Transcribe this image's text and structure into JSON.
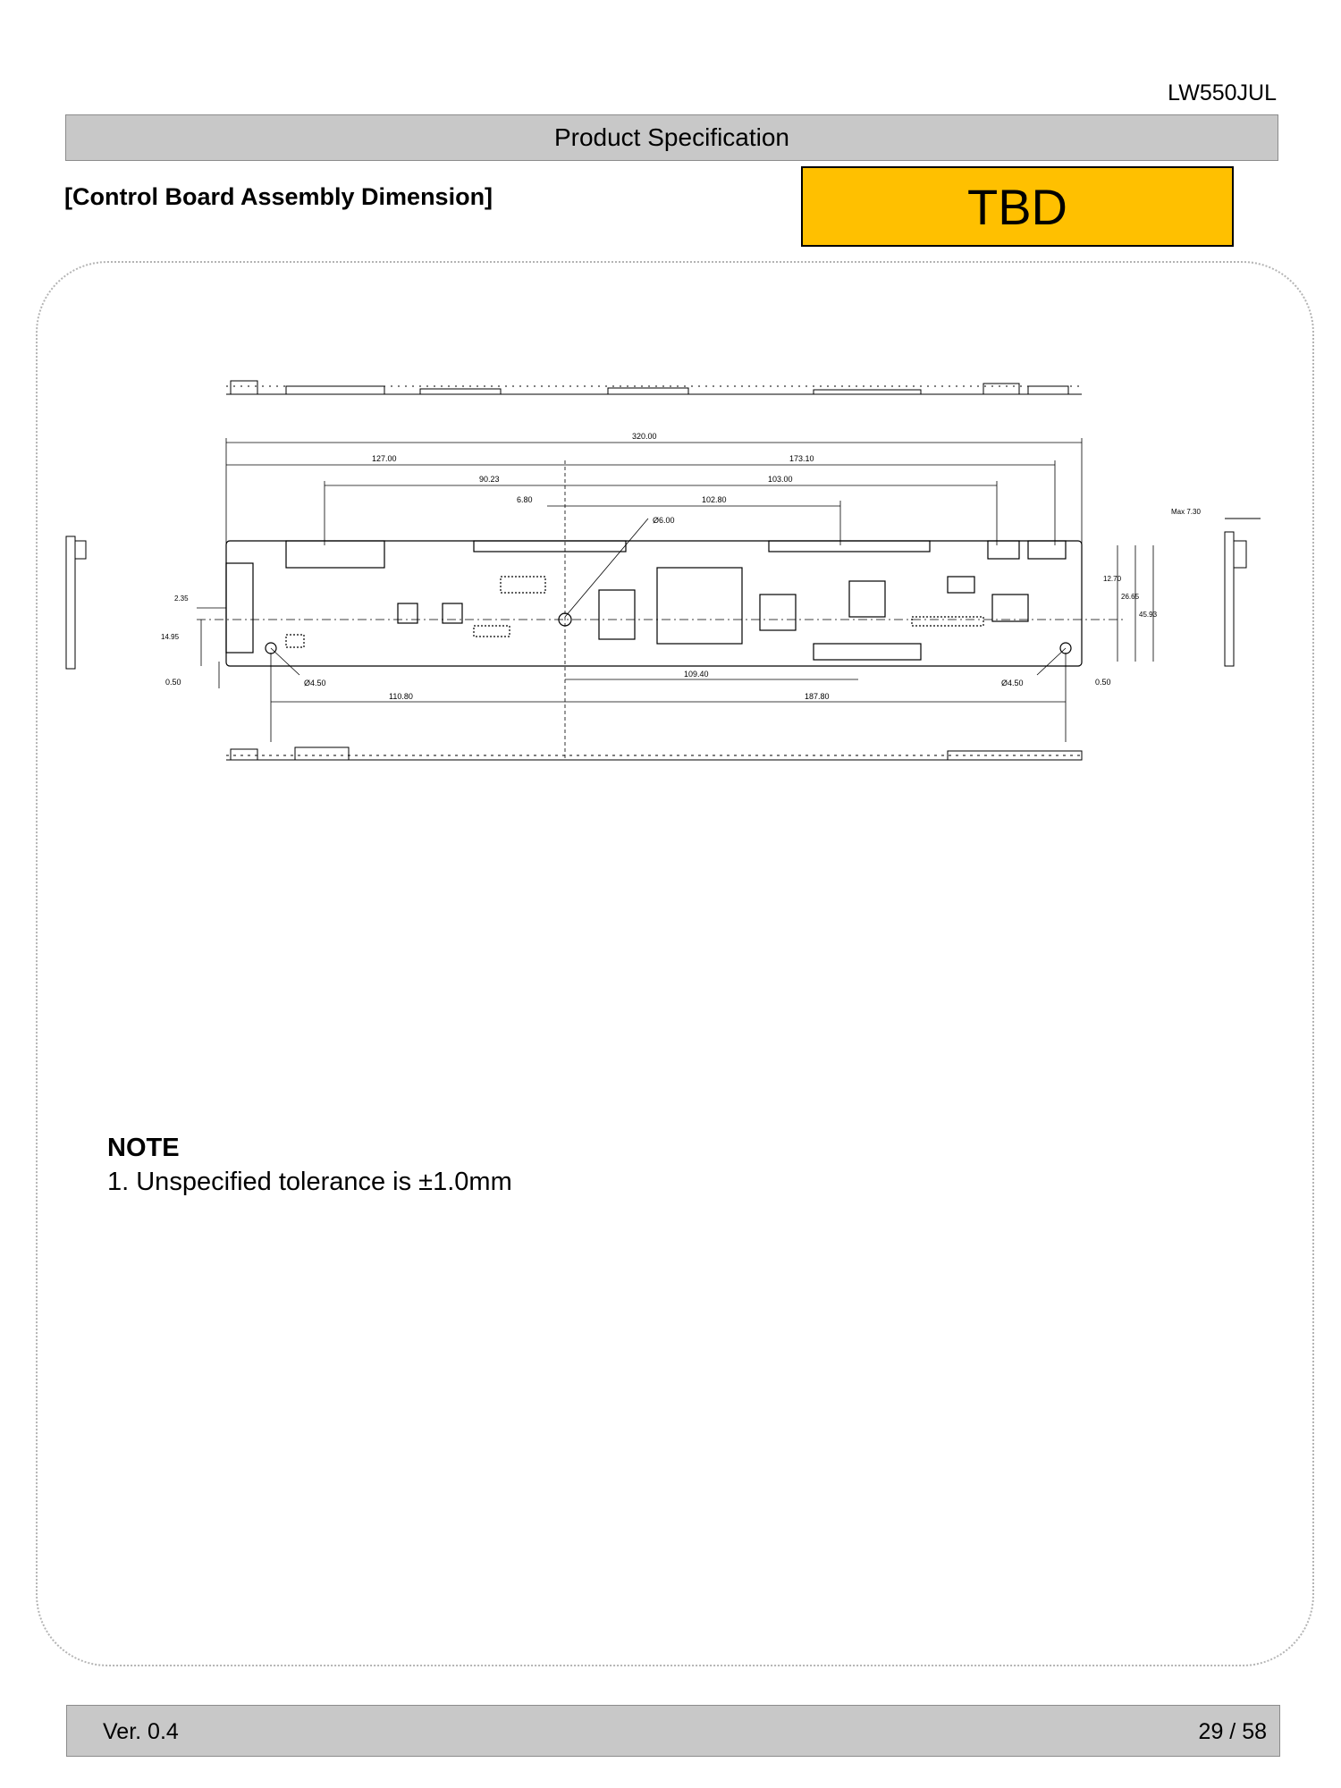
{
  "header": {
    "model": "LW550JUL",
    "title": "Product Specification"
  },
  "section": {
    "title": "[Control Board Assembly Dimension]",
    "status": "TBD"
  },
  "drawing": {
    "dimensions": {
      "overall": "320.00",
      "d127": "127.00",
      "d173": "173.10",
      "d90": "90.23",
      "d103": "103.00",
      "d6_80": "6.80",
      "d102": "102.80",
      "hole_dia": "Ø6.00",
      "d2_35": "2.35",
      "d14_95": "14.95",
      "d0_50_left": "0.50",
      "hole_left": "Ø4.50",
      "d109": "109.40",
      "hole_right": "Ø4.50",
      "d0_50_right": "0.50",
      "d110": "110.80",
      "d187": "187.80",
      "max_thickness": "Max 7.30",
      "d12_70": "12.70",
      "d26_65": "26.65",
      "d45_93": "45.93"
    }
  },
  "note": {
    "title": "NOTE",
    "text": "1. Unspecified tolerance is ±1.0mm"
  },
  "footer": {
    "version": "Ver. 0.4",
    "page": "29 / 58"
  }
}
